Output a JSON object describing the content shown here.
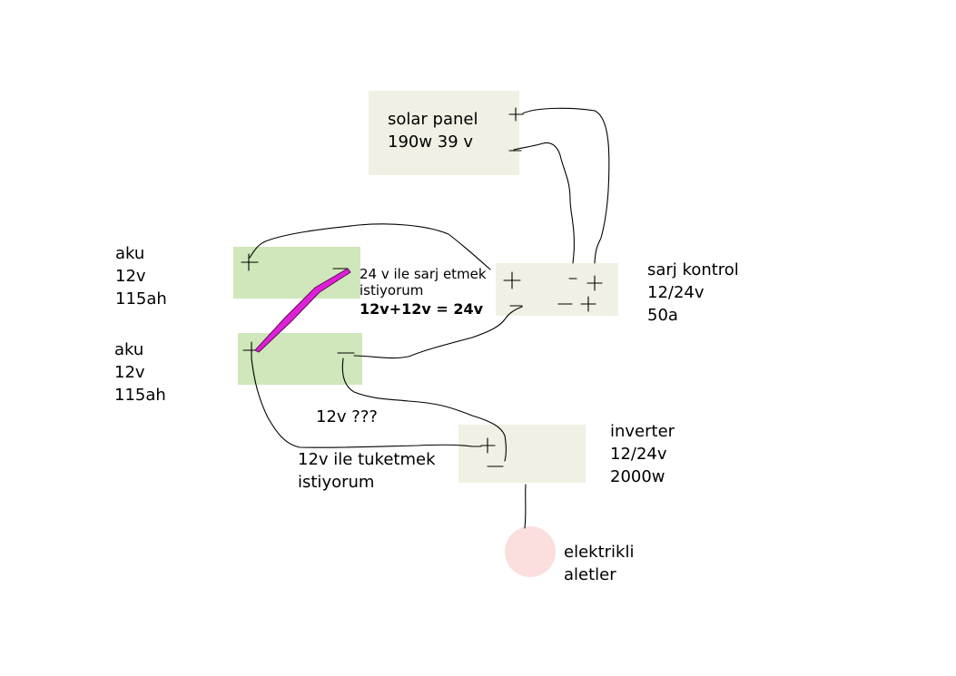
{
  "solar_panel": {
    "line1": "solar panel",
    "line2": "190w 39 v"
  },
  "battery_top": {
    "line1": "aku",
    "line2": "12v",
    "line3": "115ah"
  },
  "battery_bottom": {
    "line1": "aku",
    "line2": "12v",
    "line3": "115ah"
  },
  "charge_controller": {
    "line1": "sarj kontrol",
    "line2": "12/24v",
    "line3": "50a"
  },
  "inverter": {
    "line1": "inverter",
    "line2": "12/24v",
    "line3": "2000w"
  },
  "appliances": {
    "line1": "elektrikli",
    "line2": "aletler"
  },
  "note_24v": {
    "line1": "24 v ile sarj etmek",
    "line2": "istiyorum",
    "line3": "12v+12v = 24v"
  },
  "note_12v_question": "12v ???",
  "note_12v_consume": {
    "line1": "12v ile tuketmek",
    "line2": "istiyorum"
  },
  "colors": {
    "beige_box": "#f0f0e4",
    "green_box": "#cfe7bb",
    "appliance_circle": "#fbdede",
    "series_link": "#e020d8"
  }
}
